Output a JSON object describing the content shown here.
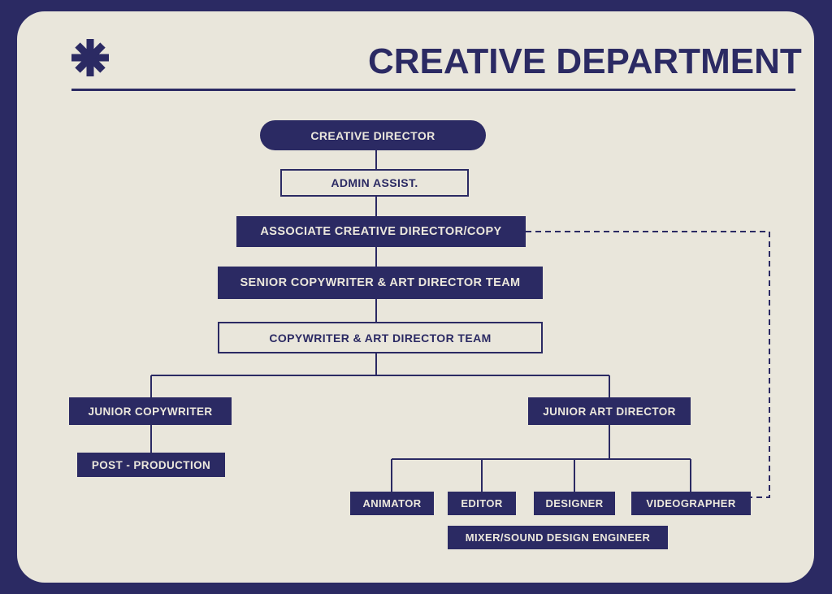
{
  "colors": {
    "navy": "#2b2a63",
    "cream": "#e9e6db",
    "on_navy": "#ece8dd"
  },
  "header": {
    "title": "CREATIVE DEPARTMENT",
    "logo_icon": "asterisk-icon"
  },
  "org_chart": {
    "nodes": [
      {
        "id": "creative-director",
        "label": "CREATIVE DIRECTOR",
        "style": "filled-pill"
      },
      {
        "id": "admin-assist",
        "label": "ADMIN ASSIST.",
        "style": "outlined"
      },
      {
        "id": "associate-creative-director-copy",
        "label": "ASSOCIATE CREATIVE DIRECTOR/COPY",
        "style": "filled"
      },
      {
        "id": "senior-copywriter-art-director",
        "label": "SENIOR COPYWRITER & ART DIRECTOR TEAM",
        "style": "filled"
      },
      {
        "id": "copywriter-art-director",
        "label": "COPYWRITER & ART DIRECTOR TEAM",
        "style": "outlined"
      },
      {
        "id": "junior-copywriter",
        "label": "JUNIOR COPYWRITER",
        "style": "filled"
      },
      {
        "id": "junior-art-director",
        "label": "JUNIOR ART DIRECTOR",
        "style": "filled"
      },
      {
        "id": "post-production",
        "label": "POST - PRODUCTION",
        "style": "filled"
      },
      {
        "id": "animator",
        "label": "ANIMATOR",
        "style": "filled"
      },
      {
        "id": "editor",
        "label": "EDITOR",
        "style": "filled"
      },
      {
        "id": "designer",
        "label": "DESIGNER",
        "style": "filled"
      },
      {
        "id": "videographer",
        "label": "VIDEOGRAPHER",
        "style": "filled"
      },
      {
        "id": "mixer-sound-design-engineer",
        "label": "MIXER/SOUND DESIGN ENGINEER",
        "style": "filled"
      }
    ],
    "edges": [
      {
        "from": "creative-director",
        "to": "admin-assist",
        "style": "solid"
      },
      {
        "from": "admin-assist",
        "to": "associate-creative-director-copy",
        "style": "solid"
      },
      {
        "from": "associate-creative-director-copy",
        "to": "senior-copywriter-art-director",
        "style": "solid"
      },
      {
        "from": "senior-copywriter-art-director",
        "to": "copywriter-art-director",
        "style": "solid"
      },
      {
        "from": "copywriter-art-director",
        "to": "junior-copywriter",
        "style": "solid"
      },
      {
        "from": "copywriter-art-director",
        "to": "junior-art-director",
        "style": "solid"
      },
      {
        "from": "junior-copywriter",
        "to": "post-production",
        "style": "solid"
      },
      {
        "from": "junior-art-director",
        "to": "animator",
        "style": "solid"
      },
      {
        "from": "junior-art-director",
        "to": "editor",
        "style": "solid"
      },
      {
        "from": "junior-art-director",
        "to": "designer",
        "style": "solid"
      },
      {
        "from": "junior-art-director",
        "to": "videographer",
        "style": "solid"
      },
      {
        "from": "associate-creative-director-copy",
        "to": "videographer",
        "style": "dashed"
      }
    ]
  }
}
